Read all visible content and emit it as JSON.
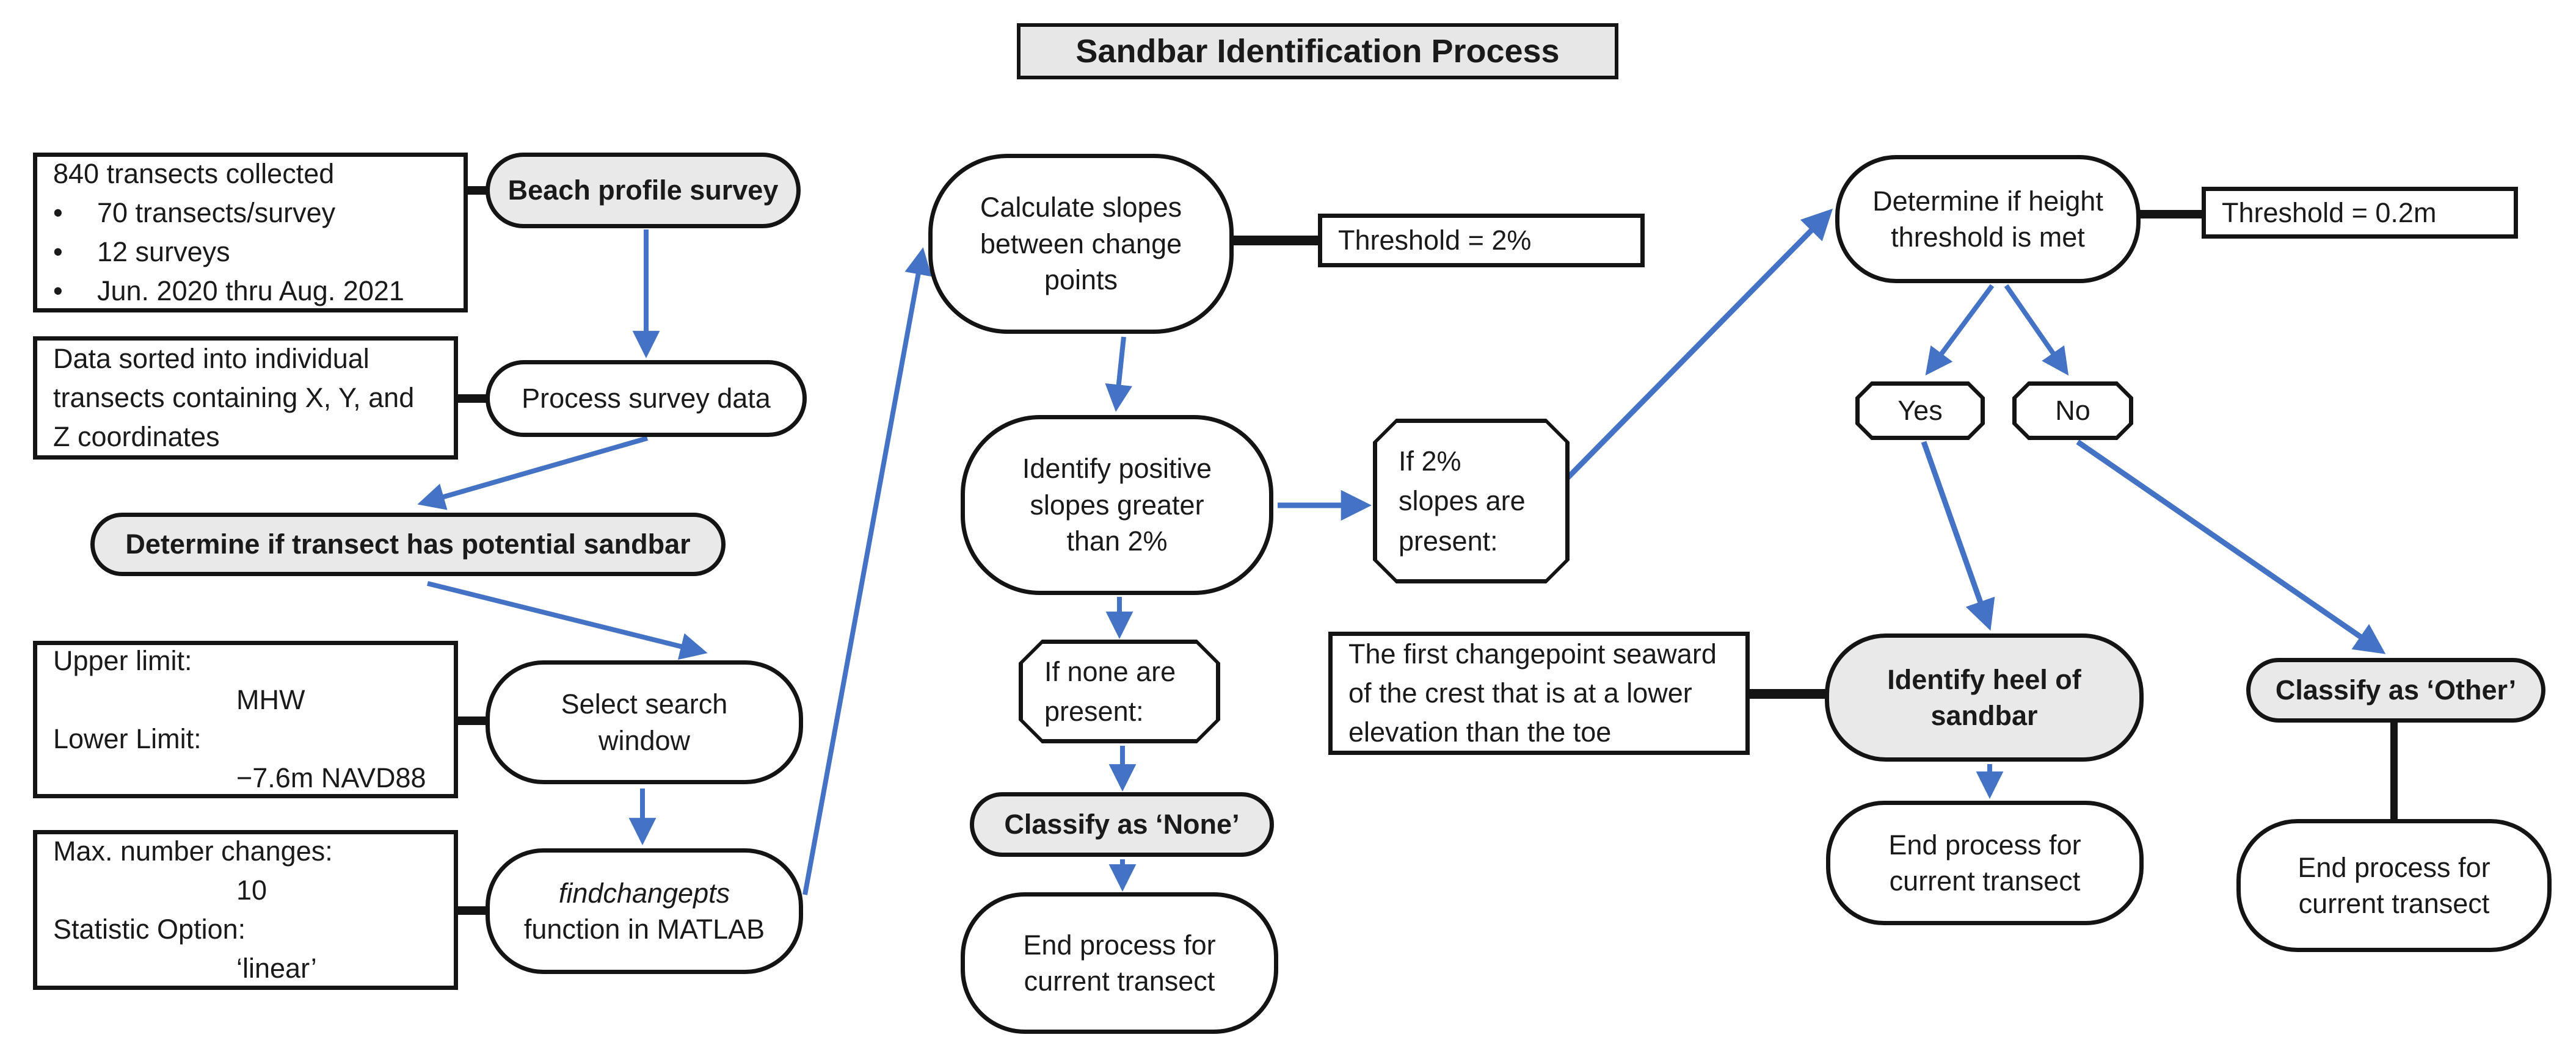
{
  "title": "Sandbar Identification Process",
  "colors": {
    "arrow_blue": "#4472c4",
    "node_gray_fill": "#e9e9e9",
    "node_white_fill": "#ffffff",
    "border_black": "#141414"
  },
  "notes": {
    "transects": {
      "bullet_char": "•",
      "title": "840 transects collected",
      "bullet1": "70 transects/survey",
      "bullet2": "12 surveys",
      "bullet3": "Jun. 2020 thru Aug. 2021"
    },
    "sorted": "Data sorted into individual transects containing X, Y, and Z coordinates",
    "limits": {
      "line1": "Upper limit:",
      "line2": "MHW",
      "line3": "Lower Limit:",
      "line4": "−7.6m NAVD88"
    },
    "params": {
      "line1": "Max. number changes:",
      "line2": "10",
      "line3": "Statistic Option:",
      "line4": "‘linear’"
    },
    "threshold_slope": "Threshold = 2%",
    "threshold_height": "Threshold = 0.2m",
    "heel_definition": "The first changepoint seaward of the crest that is at a lower elevation than the toe"
  },
  "nodes": {
    "beach_profile_survey": "Beach profile survey",
    "process_survey_data": "Process survey data",
    "determine_potential": "Determine if transect has potential sandbar",
    "select_search_window": "Select search window",
    "findchangepts_name": "findchangepts",
    "findchangepts_desc": "function in MATLAB",
    "calculate_slopes": "Calculate slopes between change points",
    "identify_positive_slopes": "Identify positive slopes greater than 2%",
    "if_present": "If 2% slopes are present:",
    "if_none": "If none are present:",
    "classify_none": "Classify as ‘None’",
    "end_process_none": "End process for current transect",
    "determine_height": "Determine if height threshold is met",
    "yes": "Yes",
    "no": "No",
    "identify_heel": "Identify heel of sandbar",
    "classify_other": "Classify as ‘Other’",
    "end_process_heel": "End process for current transect",
    "end_process_other": "End process for current transect"
  },
  "edges": [
    {
      "from": "beach-profile-survey",
      "to": "process-survey-data"
    },
    {
      "from": "process-survey-data",
      "to": "determine-potential-sandbar"
    },
    {
      "from": "determine-potential-sandbar",
      "to": "select-search-window"
    },
    {
      "from": "select-search-window",
      "to": "findchangepts"
    },
    {
      "from": "findchangepts",
      "to": "calculate-slopes"
    },
    {
      "from": "calculate-slopes",
      "to": "identify-positive-slopes"
    },
    {
      "from": "identify-positive-slopes",
      "to": "if-2pct-slopes-present"
    },
    {
      "from": "identify-positive-slopes",
      "to": "if-none-present"
    },
    {
      "from": "if-2pct-slopes-present",
      "to": "determine-height-threshold"
    },
    {
      "from": "if-none-present",
      "to": "classify-none"
    },
    {
      "from": "classify-none",
      "to": "end-process-none"
    },
    {
      "from": "determine-height-threshold",
      "to": "yes"
    },
    {
      "from": "determine-height-threshold",
      "to": "no"
    },
    {
      "from": "yes",
      "to": "identify-heel"
    },
    {
      "from": "no",
      "to": "classify-other"
    },
    {
      "from": "identify-heel",
      "to": "end-process-heel"
    },
    {
      "from": "classify-other",
      "to": "end-process-other"
    }
  ]
}
